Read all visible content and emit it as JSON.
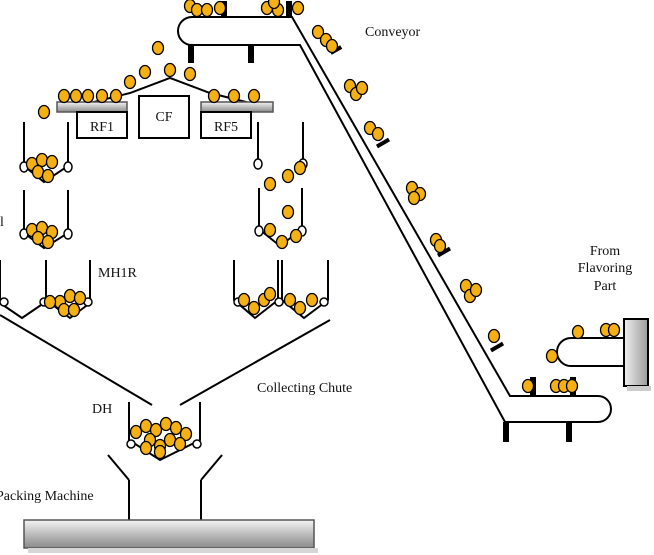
{
  "labels": {
    "conveyor": "Conveyor",
    "rf1": "RF1",
    "cf": "CF",
    "rf5": "RF5",
    "mh1r": "MH1R",
    "edge_l": "l",
    "collecting_chute": "Collecting Chute",
    "dh": "DH",
    "packing_machine": "Packing Machine",
    "from_flavoring_line1": "From",
    "from_flavoring_line2": "Flavoring",
    "from_flavoring_line3": "Part"
  },
  "colors": {
    "chip_fill": "#f5b014",
    "chip_stroke": "#000000",
    "line": "#000000",
    "tray_fill": "#c0c0c0",
    "support": "#000000"
  }
}
